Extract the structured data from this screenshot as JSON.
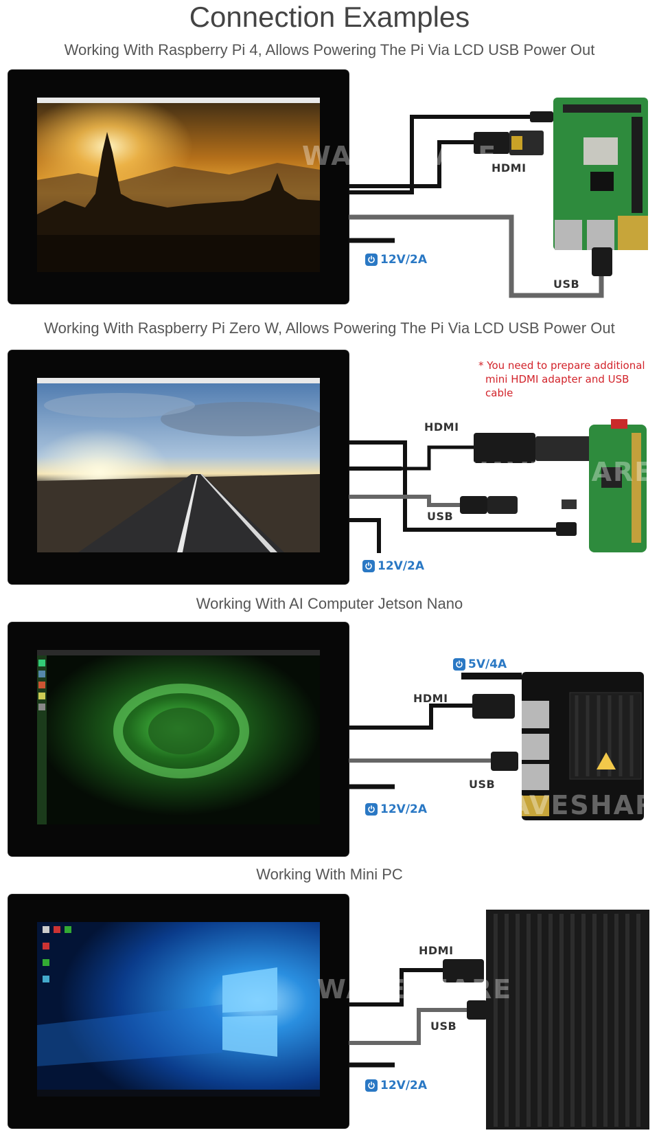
{
  "page_title": "Connection Examples",
  "sections": [
    {
      "caption": "Working With Raspberry Pi 4, Allows Powering The Pi Via LCD USB Power Out",
      "labels": {
        "hdmi": "HDMI",
        "usb": "USB",
        "power": "12V/2A"
      }
    },
    {
      "caption": "Working With Raspberry Pi Zero W, Allows Powering The Pi Via LCD USB Power Out",
      "labels": {
        "hdmi": "HDMI",
        "usb": "USB",
        "power": "12V/2A"
      },
      "note": [
        "* You need to prepare additional",
        "mini HDMI adapter and USB cable"
      ]
    },
    {
      "caption": "Working With AI Computer Jetson Nano",
      "labels": {
        "hdmi": "HDMI",
        "usb": "USB",
        "power": "12V/2A",
        "device_power": "5V/4A"
      }
    },
    {
      "caption": "Working With Mini PC",
      "labels": {
        "hdmi": "HDMI",
        "usb": "USB",
        "power": "12V/2A"
      }
    }
  ],
  "watermark": "WAVESHARE",
  "colors": {
    "power_blue": "#2a78c4",
    "note_red": "#d2232a",
    "board_green": "#2e8b3d"
  }
}
